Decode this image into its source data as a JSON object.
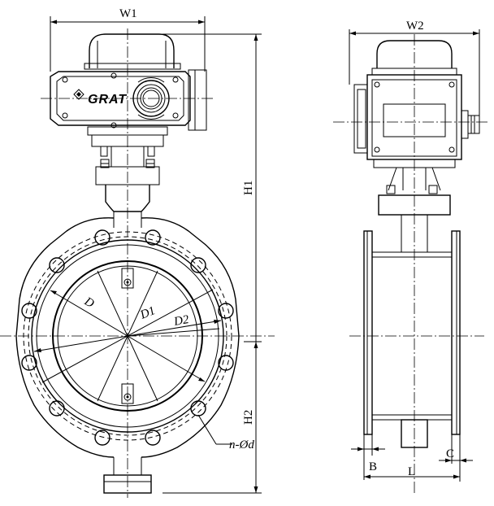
{
  "front_view": {
    "brand_logo": "GRAT",
    "dimensions": {
      "w1": "W1",
      "h1": "H1",
      "h2": "H2",
      "d": "D",
      "d1": "D1",
      "d2": "D2",
      "bolt_holes": "n-Ød"
    }
  },
  "side_view": {
    "dimensions": {
      "w2": "W2",
      "b": "B",
      "l": "L",
      "c": "C"
    }
  }
}
